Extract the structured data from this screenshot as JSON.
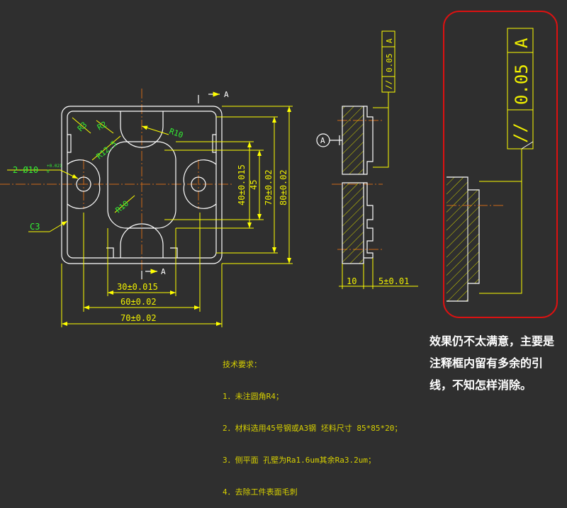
{
  "colors": {
    "background": "#2f2f2f",
    "part_outline": "#ffffff",
    "dimension": "#ffff00",
    "dimension_text": "#f0f000",
    "green_text": "#33ee33",
    "hatch": "#d4d400",
    "centerline": "#cc6a1a",
    "highlight_frame": "#dd1111",
    "note_text": "#ffffff"
  },
  "drawing": {
    "section_label_top": "A",
    "section_label_bottom": "A",
    "datum_label": "A",
    "dims": {
      "r3": "R3",
      "r2": "R2",
      "r10_top": "R10",
      "r12_5": "R12.5",
      "r10_inner": "R10",
      "hole_callout_main": "2-Ø10",
      "hole_callout_tol_upper": "+0.021",
      "hole_callout_tol_lower": "0",
      "chamfer": "C3",
      "h40": "40±0.015",
      "h45": "45",
      "h70": "70±0.02",
      "h80": "80±0.02",
      "w30": "30±0.015",
      "w60": "60±0.02",
      "w70": "70±0.02",
      "t10": "10",
      "t5": "5±0.01"
    },
    "tolerance_frame": {
      "symbol": "//",
      "value": "0.05",
      "datum": "A"
    }
  },
  "tech_requirements": {
    "title": "技术要求：",
    "items": [
      "1．未注圆角R4；",
      "2．材料选用45号钢或A3钢 坯料尺寸 85*85*20；",
      "3．侧平面 孔壁为Ra1.6um其余Ra3.2um；",
      "4．去除工件表面毛刺"
    ]
  },
  "note": {
    "text": "效果仍不太满意，主要是注释框内留有多余的引线，不知怎样消除。"
  }
}
